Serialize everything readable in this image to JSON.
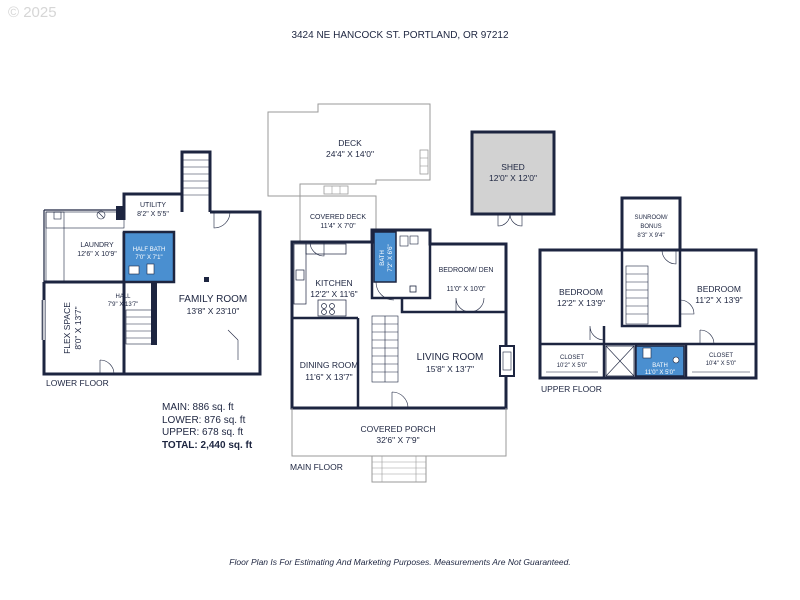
{
  "watermark": "© 2025",
  "address": "3424 NE HANCOCK ST. PORTLAND, OR 97212",
  "disclaimer": "Floor Plan Is For Estimating And Marketing Purposes. Measurements Are Not Guaranteed.",
  "totals": {
    "main": "MAIN: 886 sq. ft",
    "lower": "LOWER: 876 sq. ft",
    "upper": "UPPER: 678 sq. ft",
    "total": "TOTAL: 2,440 sq. ft"
  },
  "floors": {
    "lower": "LOWER FLOOR",
    "main": "MAIN FLOOR",
    "upper": "UPPER FLOOR"
  },
  "rooms": {
    "utility": {
      "name": "UTILITY",
      "dim": "8'2\" X 5'5\""
    },
    "laundry": {
      "name": "LAUNDRY",
      "dim": "12'6\" X 10'9\""
    },
    "half_bath": {
      "name": "HALF BATH",
      "dim": "7'0\" X 7'1\""
    },
    "hall": {
      "name": "HALL",
      "dim": "7'9\" X 13'7\""
    },
    "family_room": {
      "name": "FAMILY ROOM",
      "dim": "13'8\" X 23'10\""
    },
    "flex_space": {
      "name": "FLEX SPACE",
      "dim": "8'0\" X 13'7\""
    },
    "deck": {
      "name": "DECK",
      "dim": "24'4\" X 14'0\""
    },
    "covered_deck": {
      "name": "COVERED DECK",
      "dim": "11'4\" X 7'0\""
    },
    "kitchen": {
      "name": "KITCHEN",
      "dim": "12'2\" X 11'6\""
    },
    "main_bath": {
      "name": "BATH",
      "dim": "7'2\" X 6'6\""
    },
    "bedroom_den": {
      "name": "BEDROOM/ DEN",
      "dim": "11'0\" X 10'0\""
    },
    "dining_room": {
      "name": "DINING ROOM",
      "dim": "11'6\" X 13'7\""
    },
    "living_room": {
      "name": "LIVING ROOM",
      "dim": "15'8\" X 13'7\""
    },
    "covered_porch": {
      "name": "COVERED PORCH",
      "dim": "32'6\" X 7'9\""
    },
    "shed": {
      "name": "SHED",
      "dim": "12'0\" X 12'0\""
    },
    "sunroom": {
      "name_line1": "SUNROOM/",
      "name_line2": "BONUS",
      "dim": "8'3\" X 9'4\""
    },
    "bedroom_left": {
      "name": "BEDROOM",
      "dim": "12'2\" X 13'9\""
    },
    "bedroom_right": {
      "name": "BEDROOM",
      "dim": "11'2\" X 13'9\""
    },
    "closet_left": {
      "name": "CLOSET",
      "dim": "10'2\" X 5'0\""
    },
    "upper_bath": {
      "name": "BATH",
      "dim": "11'0\" X 5'0\""
    },
    "closet_right": {
      "name": "CLOSET",
      "dim": "10'4\" X 5'0\""
    }
  },
  "colors": {
    "wall": "#1d2540",
    "bath_fill": "#4a8fd0",
    "shed_fill": "#d2d2d2",
    "deck_outline": "#9a9a9a"
  }
}
